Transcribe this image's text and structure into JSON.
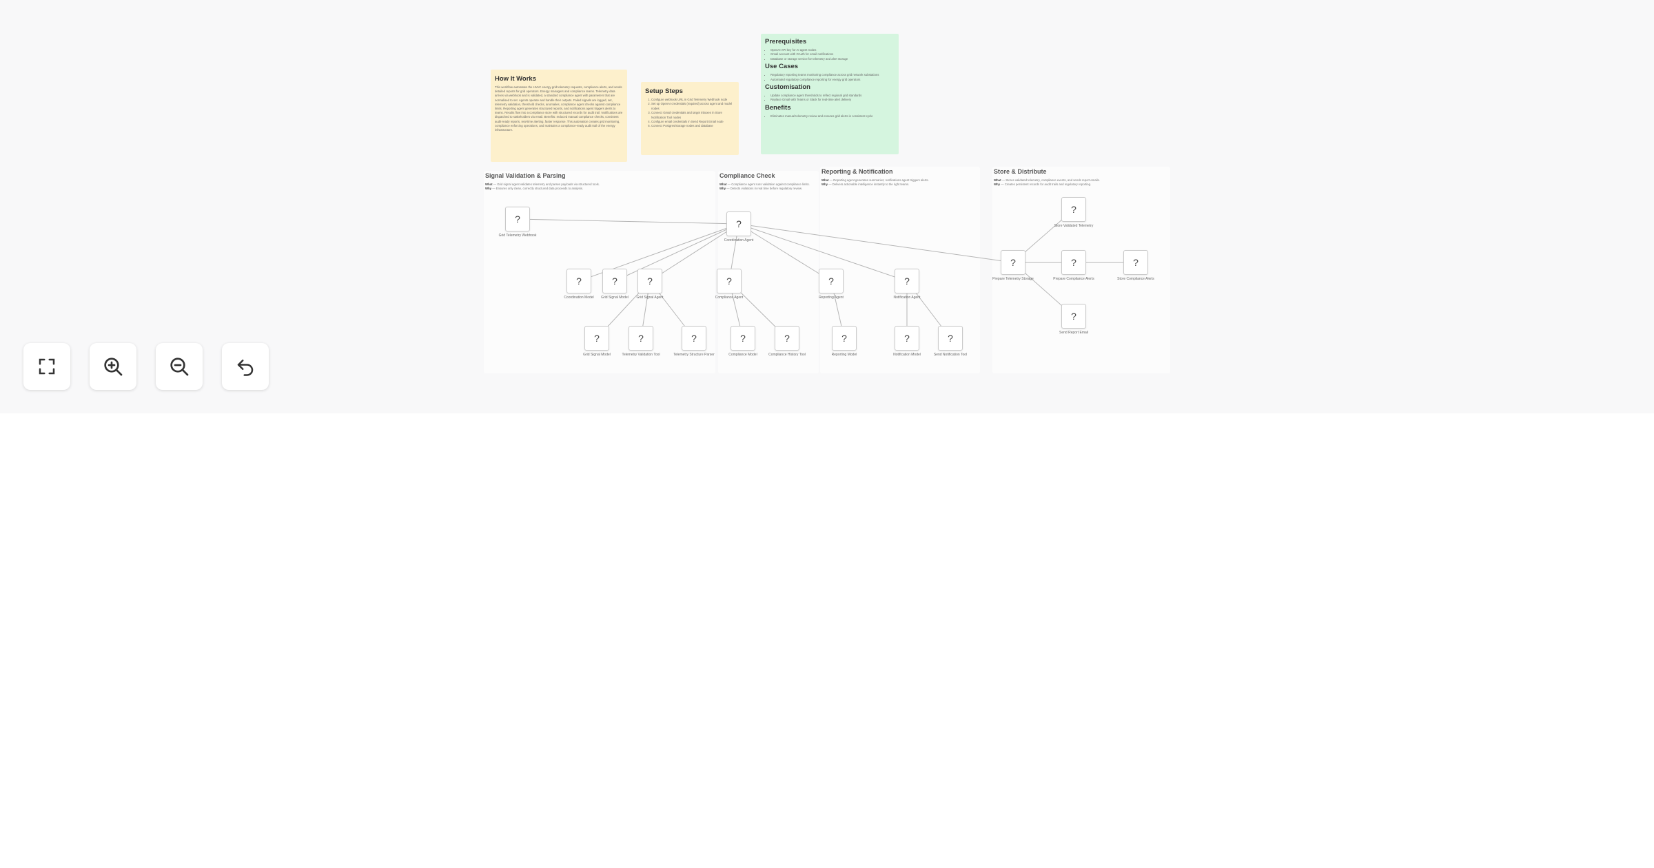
{
  "notes": {
    "how_it_works": {
      "title": "How It Works",
      "body": "This workflow automates the HVAC energy grid telemetry requests, compliance alerts, and sends detailed reports for grid operators. Energy managers and compliance teams. Telemetry data arrives via webhook and is validated, a standard compliance agent with parameters that are normalised to set. Agents operate and handle their outputs. Failed signals are logged, set, telemetry validation, threshold checks, anomalies, compliance agent checks against compliance limits. Reporting agent generates structured reports, and notifications agent triggers alerts to teams. Results flow into a compliance store with structured records for audit trail. Notifications are dispatched to stakeholders via email. Benefits: reduced manual compliance checks, consistent audit-ready reports, real-time alerting, faster response. This automation creates grid monitoring, compliance enforcing operations, and maintains a compliance-ready audit trail of the energy infrastructure."
    },
    "setup_steps": {
      "title": "Setup Steps",
      "items": [
        "Configure webhook URL in Grid Telemetry Webhook node",
        "Set up OpenAI credentials (required) across agent and model nodes",
        "Connect Gmail credentials and target inboxes in Store Notification Tool nodes",
        "Configure email credentials in Send Report Email node",
        "Connect Postgres/storage nodes and database"
      ]
    },
    "info": {
      "prerequisites_title": "Prerequisites",
      "prerequisites": [
        "OpenAI API key for AI agent nodes",
        "Gmail account with OAuth for email notifications",
        "Database or storage service for telemetry and alert storage"
      ],
      "use_cases_title": "Use Cases",
      "use_cases": [
        "Regulatory reporting teams monitoring compliance across grid network substations",
        "Automated regulatory compliance reporting for energy grid operators"
      ],
      "customisation_title": "Customisation",
      "customisation": [
        "Update compliance agent thresholds to reflect regional grid standards",
        "Replace Gmail with Teams or Slack for real-time alert delivery"
      ],
      "benefits_title": "Benefits",
      "benefits": [
        "Eliminates manual telemetry review and ensures grid alerts in consistent cycle"
      ]
    }
  },
  "groups": {
    "signal": {
      "title": "Signal Validation & Parsing",
      "what_label": "What",
      "what": " — Grid signal agent validates telemetry and parses payloads via structured tools.",
      "why_label": "Why",
      "why": " — Ensures only clean, correctly structured data proceeds to analysis."
    },
    "compliance": {
      "title": "Compliance Check",
      "what_label": "What",
      "what": " — Compliance agent runs validation against compliance limits.",
      "why_label": "Why",
      "why": " — Detects violations in real time before regulatory review."
    },
    "reporting": {
      "title": "Reporting & Notification",
      "what_label": "What",
      "what": " — Reporting agent generates summaries; notifications agent triggers alerts.",
      "why_label": "Why",
      "why": " — Delivers actionable intelligence instantly to the right teams."
    },
    "store": {
      "title": "Store & Distribute",
      "what_label": "What",
      "what": " — Stores validated telemetry, compliance events, and sends report emails.",
      "why_label": "Why",
      "why": " — Creates persistent records for audit trails and regulatory reporting."
    }
  },
  "nodes": [
    {
      "id": "webhook",
      "icon": "?",
      "label": "Grid Telemetry Webhook"
    },
    {
      "id": "coordinator",
      "icon": "?",
      "label": "Coordination Agent"
    },
    {
      "id": "coord_model",
      "icon": "?",
      "label": "Coordination Model"
    },
    {
      "id": "sig_model",
      "icon": "?",
      "label": "Grid Signal Model"
    },
    {
      "id": "sig_agent",
      "icon": "?",
      "label": "Grid Signal Agent"
    },
    {
      "id": "compliance_agent",
      "icon": "?",
      "label": "Compliance Agent"
    },
    {
      "id": "reporting_agent",
      "icon": "?",
      "label": "Reporting Agent"
    },
    {
      "id": "notif_agent",
      "icon": "?",
      "label": "Notification Agent"
    },
    {
      "id": "sig_model2",
      "icon": "?",
      "label": "Grid Signal Model"
    },
    {
      "id": "telemetry_tool",
      "icon": "?",
      "label": "Telemetry Validation Tool"
    },
    {
      "id": "parser",
      "icon": "?",
      "label": "Telemetry Structure Parser"
    },
    {
      "id": "comp_model",
      "icon": "?",
      "label": "Compliance Model"
    },
    {
      "id": "comp_history",
      "icon": "?",
      "label": "Compliance History Tool"
    },
    {
      "id": "report_model",
      "icon": "?",
      "label": "Reporting Model"
    },
    {
      "id": "notif_model",
      "icon": "?",
      "label": "Notification Model"
    },
    {
      "id": "notif_tool",
      "icon": "?",
      "label": "Send Notification Tool"
    },
    {
      "id": "prep_storage",
      "icon": "?",
      "label": "Prepare Telemetry Storage"
    },
    {
      "id": "store_telemetry",
      "icon": "?",
      "label": "Store Validated Telemetry"
    },
    {
      "id": "prep_alerts",
      "icon": "?",
      "label": "Prepare Compliance Alerts"
    },
    {
      "id": "store_alerts",
      "icon": "?",
      "label": "Store Compliance Alerts"
    },
    {
      "id": "report_email",
      "icon": "?",
      "label": "Send Report Email"
    }
  ],
  "controls": [
    {
      "name": "fit-view-icon",
      "title": "Fit view"
    },
    {
      "name": "zoom-in-icon",
      "title": "Zoom in"
    },
    {
      "name": "zoom-out-icon",
      "title": "Zoom out"
    },
    {
      "name": "undo-icon",
      "title": "Undo"
    }
  ]
}
